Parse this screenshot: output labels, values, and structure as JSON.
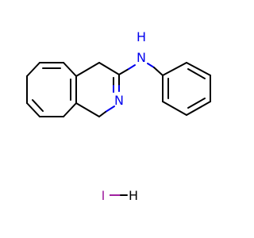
{
  "structure": {
    "atoms": {
      "n_amine": "N",
      "h_amine": "H",
      "n_ring": "N",
      "iodine": "I",
      "h_salt": "H"
    },
    "colors": {
      "bond": "#000000",
      "nitrogen": "#0000ee",
      "iodine": "#a020a0",
      "background": "#ffffff"
    }
  }
}
